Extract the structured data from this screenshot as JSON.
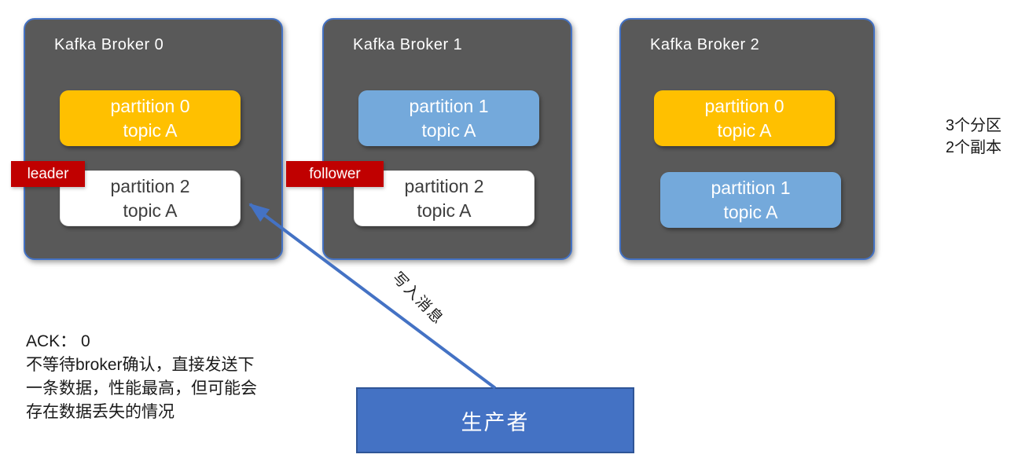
{
  "colors": {
    "broker_bg": "#595959",
    "broker_border": "#4472C4",
    "partition_orange": "#FFC000",
    "partition_blue": "#74A9DB",
    "partition_white": "#FFFFFF",
    "badge_red": "#C00000",
    "producer_fill": "#4472C4",
    "producer_border": "#2F5597",
    "arrow_blue": "#4472C4"
  },
  "brokers": [
    {
      "title": "Kafka Broker 0",
      "partitions": [
        {
          "name": "partition 0",
          "topic": "topic A",
          "color": "orange"
        },
        {
          "name": "partition 2",
          "topic": "topic A",
          "color": "white"
        }
      ]
    },
    {
      "title": "Kafka Broker 1",
      "partitions": [
        {
          "name": "partition 1",
          "topic": "topic A",
          "color": "blue"
        },
        {
          "name": "partition 2",
          "topic": "topic A",
          "color": "white"
        }
      ]
    },
    {
      "title": "Kafka Broker 2",
      "partitions": [
        {
          "name": "partition 0",
          "topic": "topic A",
          "color": "orange"
        },
        {
          "name": "partition 1",
          "topic": "topic A",
          "color": "blue"
        }
      ]
    }
  ],
  "badges": {
    "leader": "leader",
    "follower": "follower"
  },
  "producer": {
    "label": "生产者"
  },
  "arrow": {
    "label": "写入消息"
  },
  "replica_note": {
    "line1": "3个分区",
    "line2": "2个副本"
  },
  "ack_note": {
    "text": "ACK： 0\n不等待broker确认，直接发送下\n一条数据，性能最高，但可能会\n存在数据丢失的情况"
  }
}
